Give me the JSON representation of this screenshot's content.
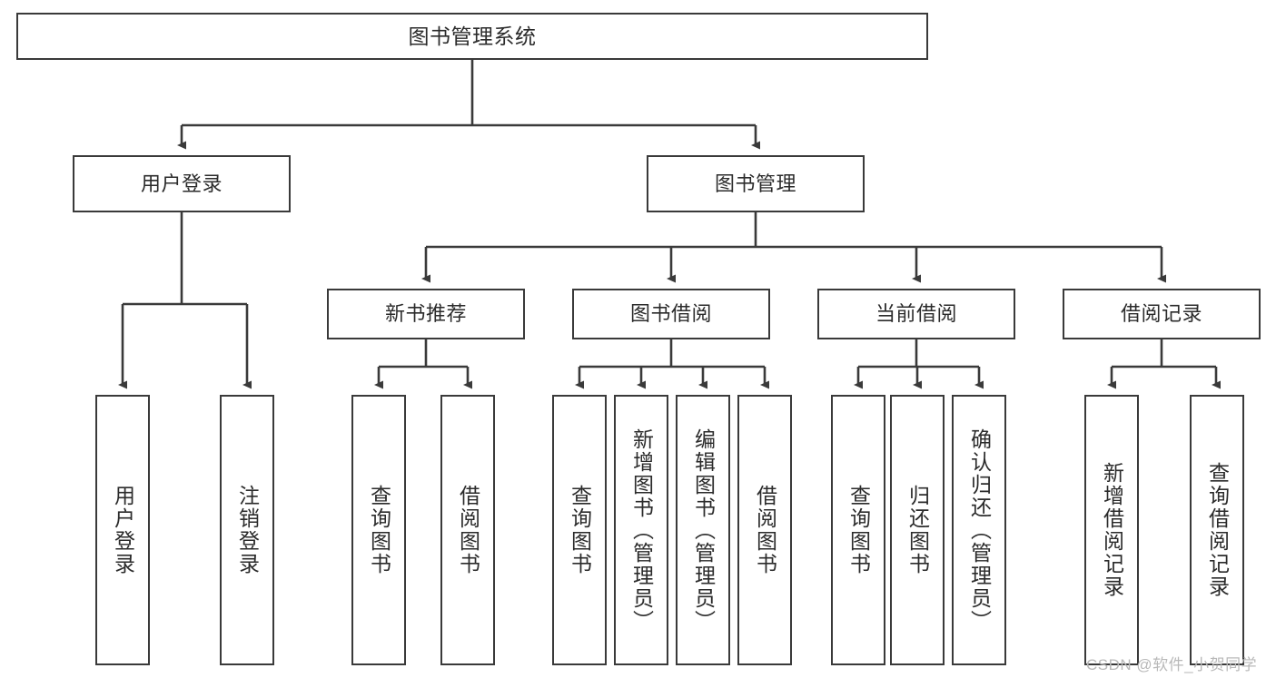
{
  "diagram": {
    "type": "tree-hierarchy",
    "title": "图书管理系统",
    "root": {
      "label": "图书管理系统"
    },
    "level2": [
      {
        "label": "用户登录"
      },
      {
        "label": "图书管理"
      }
    ],
    "level3": [
      {
        "label": "新书推荐"
      },
      {
        "label": "图书借阅"
      },
      {
        "label": "当前借阅"
      },
      {
        "label": "借阅记录"
      }
    ],
    "leaves": {
      "user_login": [
        {
          "label": "用户登录"
        },
        {
          "label": "注销登录"
        }
      ],
      "new_book_recommend": [
        {
          "label": "查询图书"
        },
        {
          "label": "借阅图书"
        }
      ],
      "book_borrow": [
        {
          "label": "查询图书"
        },
        {
          "label": "新增图书（管理员）"
        },
        {
          "label": "编辑图书（管理员）"
        },
        {
          "label": "借阅图书"
        }
      ],
      "current_borrow": [
        {
          "label": "查询图书"
        },
        {
          "label": "归还图书"
        },
        {
          "label": "确认归还（管理员）"
        }
      ],
      "borrow_records": [
        {
          "label": "新增借阅记录"
        },
        {
          "label": "查询借阅记录"
        }
      ]
    }
  },
  "watermark": {
    "text": "CSDN @软件_小贺同学"
  },
  "colors": {
    "stroke": "#3a3a3a",
    "background": "#ffffff",
    "text": "#2b2b2b",
    "watermark": "#b9b9b9"
  }
}
